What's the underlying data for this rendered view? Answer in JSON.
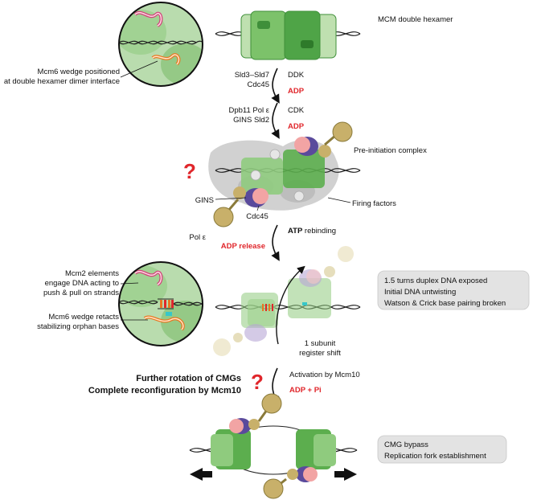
{
  "labels": {
    "mcm_double_hexamer": "MCM double hexamer",
    "mcm6_wedge_1": "Mcm6 wedge positioned",
    "mcm6_wedge_2": "at double hexamer dimer interface",
    "sld3_sld7": "Sld3–Sld7",
    "cdc45_top": "Cdc45",
    "ddk": "DDK",
    "adp_1": "ADP",
    "dpb11_pol": "Dpb11 Pol ε",
    "gins_sld2": "GINS Sld2",
    "cdk": "CDK",
    "adp_2": "ADP",
    "pre_ic": "Pre-initiation complex",
    "firing_factors": "Firing factors",
    "gins": "GINS",
    "cdc45": "Cdc45",
    "pol_e": "Pol ε",
    "atp": "ATP",
    "rebinding": " rebinding",
    "adp_release": "ADP release",
    "mcm2_1": "Mcm2 elements",
    "mcm2_2": "engage DNA acting to",
    "mcm2_3": "push & pull on strands",
    "mcm6_retract_1": "Mcm6 wedge retacts",
    "mcm6_retract_2": "stabilizing orphan bases",
    "register_1": "1 subunit",
    "register_2": "register shift",
    "further_1": "Further rotation of CMGs",
    "further_2": "Complete reconfiguration by Mcm10",
    "activation_mcm10": "Activation by Mcm10",
    "adp_pi": "ADP + Pi",
    "question_mark": "?"
  },
  "boxes": {
    "unwinding": [
      "1.5 turns duplex DNA exposed",
      "Initial DNA untwisting",
      "Watson & Crick base pairing broken"
    ],
    "bypass": [
      "CMG bypass",
      "Replication fork establishment"
    ]
  },
  "colors": {
    "mcm_light": "#bfe0b0",
    "mcm_mid": "#7cc26a",
    "mcm_dark": "#3f8f3a",
    "firing_gray": "#c9c9c9",
    "gins_purple": "#5a4a9c",
    "cdc45_pink": "#f2a4a4",
    "pole_tan": "#c8b06a",
    "accent_red": "#e0262b",
    "mcm6_orange": "#e87722",
    "mcm2_magenta": "#d0457a"
  }
}
